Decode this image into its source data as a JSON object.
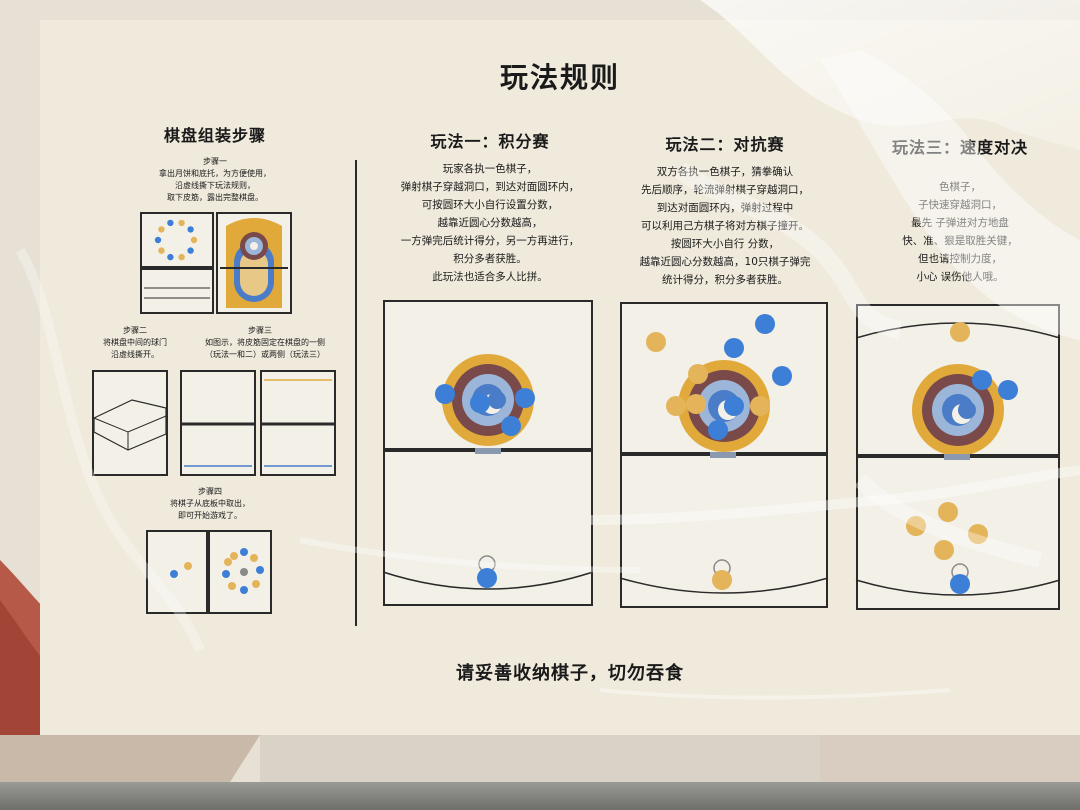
{
  "title": "玩法规则",
  "assembly": {
    "heading": "棋盘组装步骤",
    "step1": {
      "label": "步骤一",
      "lines": [
        "拿出月饼和底托，为方便使用，",
        "沿虚线撕下玩法规则，",
        "取下皮筋，露出完整棋盘。"
      ]
    },
    "step2": {
      "label": "步骤二",
      "lines": [
        "将棋盘中间的球门",
        "沿虚线撕开。"
      ]
    },
    "step3": {
      "label": "步骤三",
      "lines": [
        "如图示，将皮筋固定在棋盘的一侧",
        "（玩法一和二）或两侧（玩法三）"
      ]
    },
    "step4": {
      "label": "步骤四",
      "lines": [
        "将棋子从底板中取出，",
        "即可开始游戏了。"
      ]
    }
  },
  "modes": [
    {
      "heading": "玩法一：积分赛",
      "lines": [
        "玩家各执一色棋子，",
        "弹射棋子穿越洞口，到达对面圆环内，",
        "可按圆环大小自行设置分数，",
        "越靠近圆心分数越高，",
        "一方弹完后统计得分，另一方再进行，",
        "积分多者获胜。",
        "此玩法也适合多人比拼。"
      ]
    },
    {
      "heading": "玩法二：对抗赛",
      "lines": [
        "双方各执一色棋子，猜拳确认",
        "先后顺序，轮流弹射棋子穿越洞口，",
        "到达对面圆环内，弹射过程中",
        "可以利用己方棋子将对方棋子撞开。",
        "按圆环大小自行 分数，",
        "越靠近圆心分数越高，10只棋子弹完",
        "统计得分，积分多者获胜。"
      ]
    },
    {
      "heading": "玩法三：速度对决",
      "lines": [
        "色棋子，",
        "子快速穿越洞口，",
        "最先 子弹进对方地盘",
        "快、准、狠是取胜关键，",
        "但也请控制力度，",
        "小心 误伤他人哦。"
      ]
    }
  ],
  "footer": "请妥善收纳棋子，切勿吞食",
  "colors": {
    "blue": "#3d7fd6",
    "gold": "#e3b45a",
    "ring_outer": "#e0a93a",
    "ring_brown": "#7a4a4a",
    "ring_light": "#9bb6d8",
    "board_line": "#2a2a2a",
    "poster_bg": "#efeadc",
    "wall_red": "#b14a3a"
  }
}
